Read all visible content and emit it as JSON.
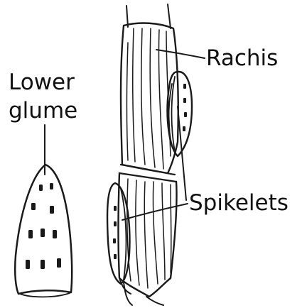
{
  "labels": {
    "lower_glume_line1": "Lower",
    "lower_glume_line2": "glume",
    "rachis": "Rachis",
    "spikelets": "Spikelets"
  },
  "colors": {
    "ink": "#1a1a1a",
    "background": "#ffffff"
  }
}
